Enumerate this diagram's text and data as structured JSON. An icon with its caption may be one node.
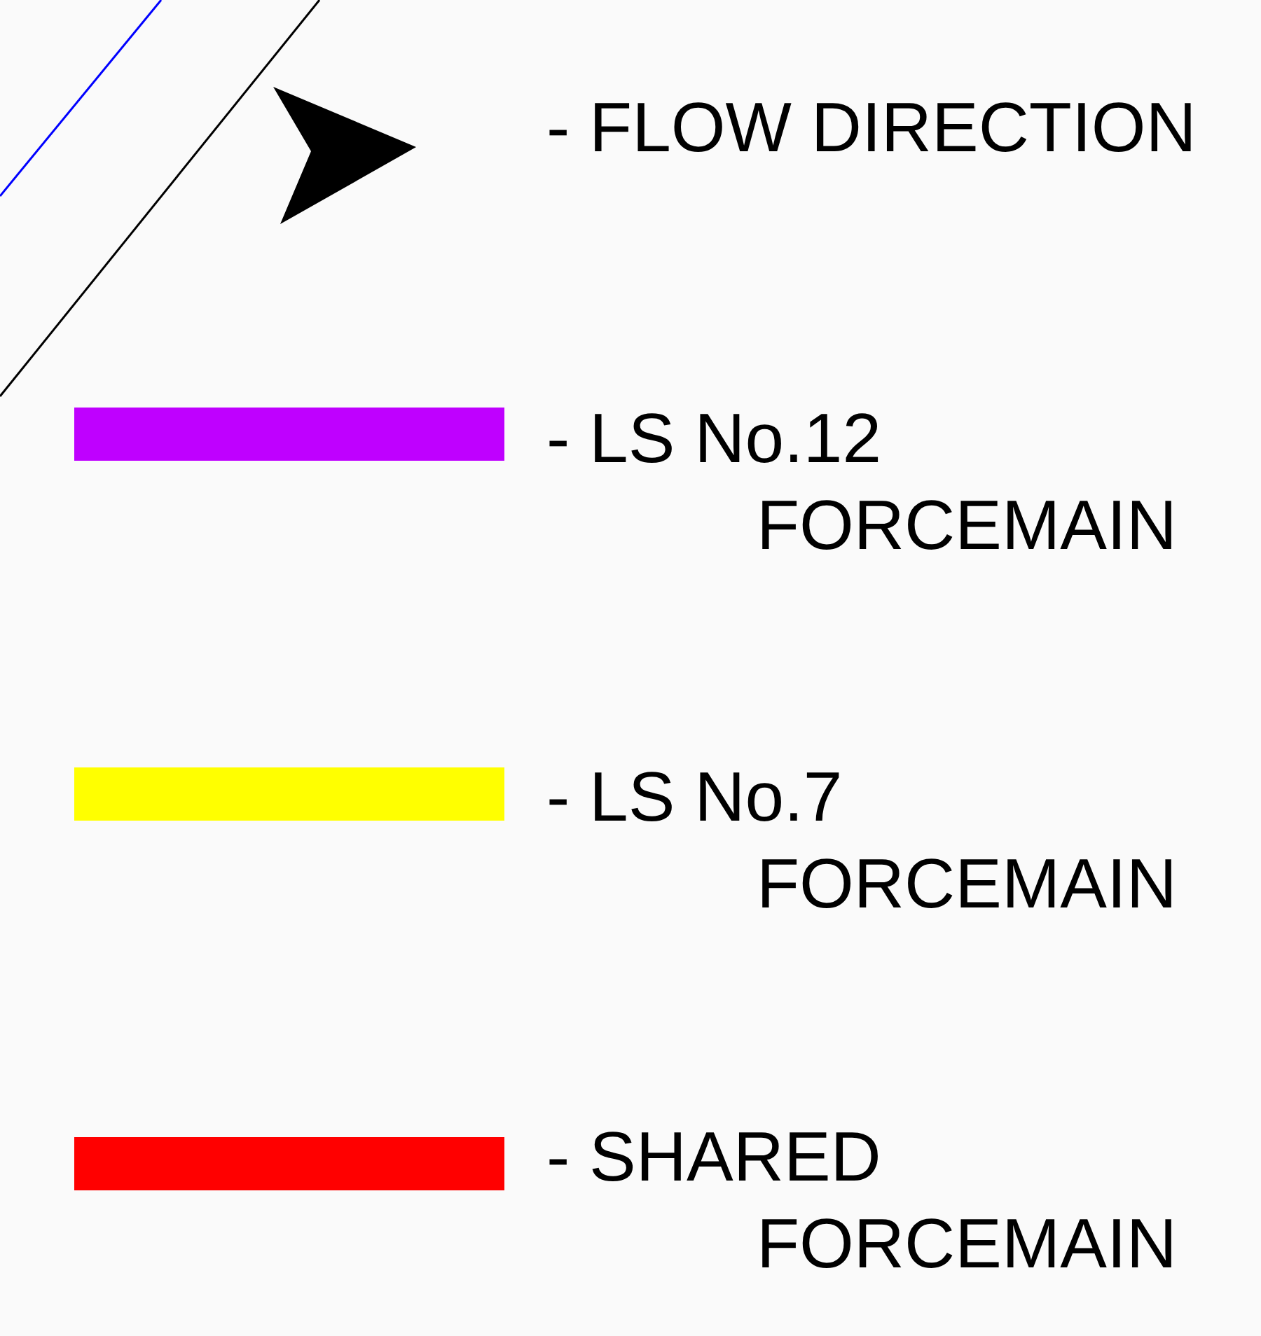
{
  "diagram": {
    "legend": [
      {
        "text": "- FLOW DIRECTION"
      },
      {
        "text": "- LS No.12 FORCEMAIN",
        "color": "#bf00ff"
      },
      {
        "text": "- LS No.7 FORCEMAIN",
        "color": "#ffff00"
      },
      {
        "text": "- SHARED FORCEMAIN",
        "color": "#ff0000"
      }
    ]
  }
}
